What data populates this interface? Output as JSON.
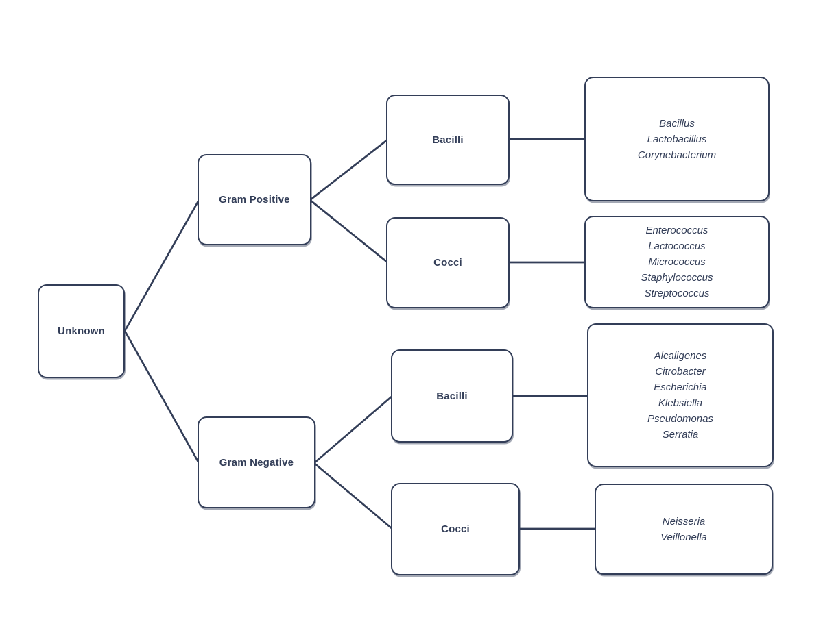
{
  "diagram": {
    "description": "Bacteria identification flowchart from unknown sample to genus lists",
    "colors": {
      "line": "#333E58",
      "box_fill": "#FFFFFF",
      "text": "#333E58",
      "background": "#FFFFFF"
    },
    "nodes": {
      "unknown": {
        "label": "Unknown"
      },
      "gram_positive": {
        "label": "Gram Positive"
      },
      "gram_negative": {
        "label": "Gram Negative"
      },
      "gp_bacilli": {
        "label": "Bacilli"
      },
      "gp_cocci": {
        "label": "Cocci"
      },
      "gn_bacilli": {
        "label": "Bacilli"
      },
      "gn_cocci": {
        "label": "Cocci"
      },
      "gp_bacilli_genera": {
        "items": [
          "Bacillus",
          "Lactobacillus",
          "Corynebacterium"
        ]
      },
      "gp_cocci_genera": {
        "items": [
          "Enterococcus",
          "Lactococcus",
          "Micrococcus",
          "Staphylococcus",
          "Streptococcus"
        ]
      },
      "gn_bacilli_genera": {
        "items": [
          "Alcaligenes",
          "Citrobacter",
          "Escherichia",
          "Klebsiella",
          "Pseudomonas",
          "Serratia"
        ]
      },
      "gn_cocci_genera": {
        "items": [
          "Neisseria",
          "Veillonella"
        ]
      }
    }
  }
}
